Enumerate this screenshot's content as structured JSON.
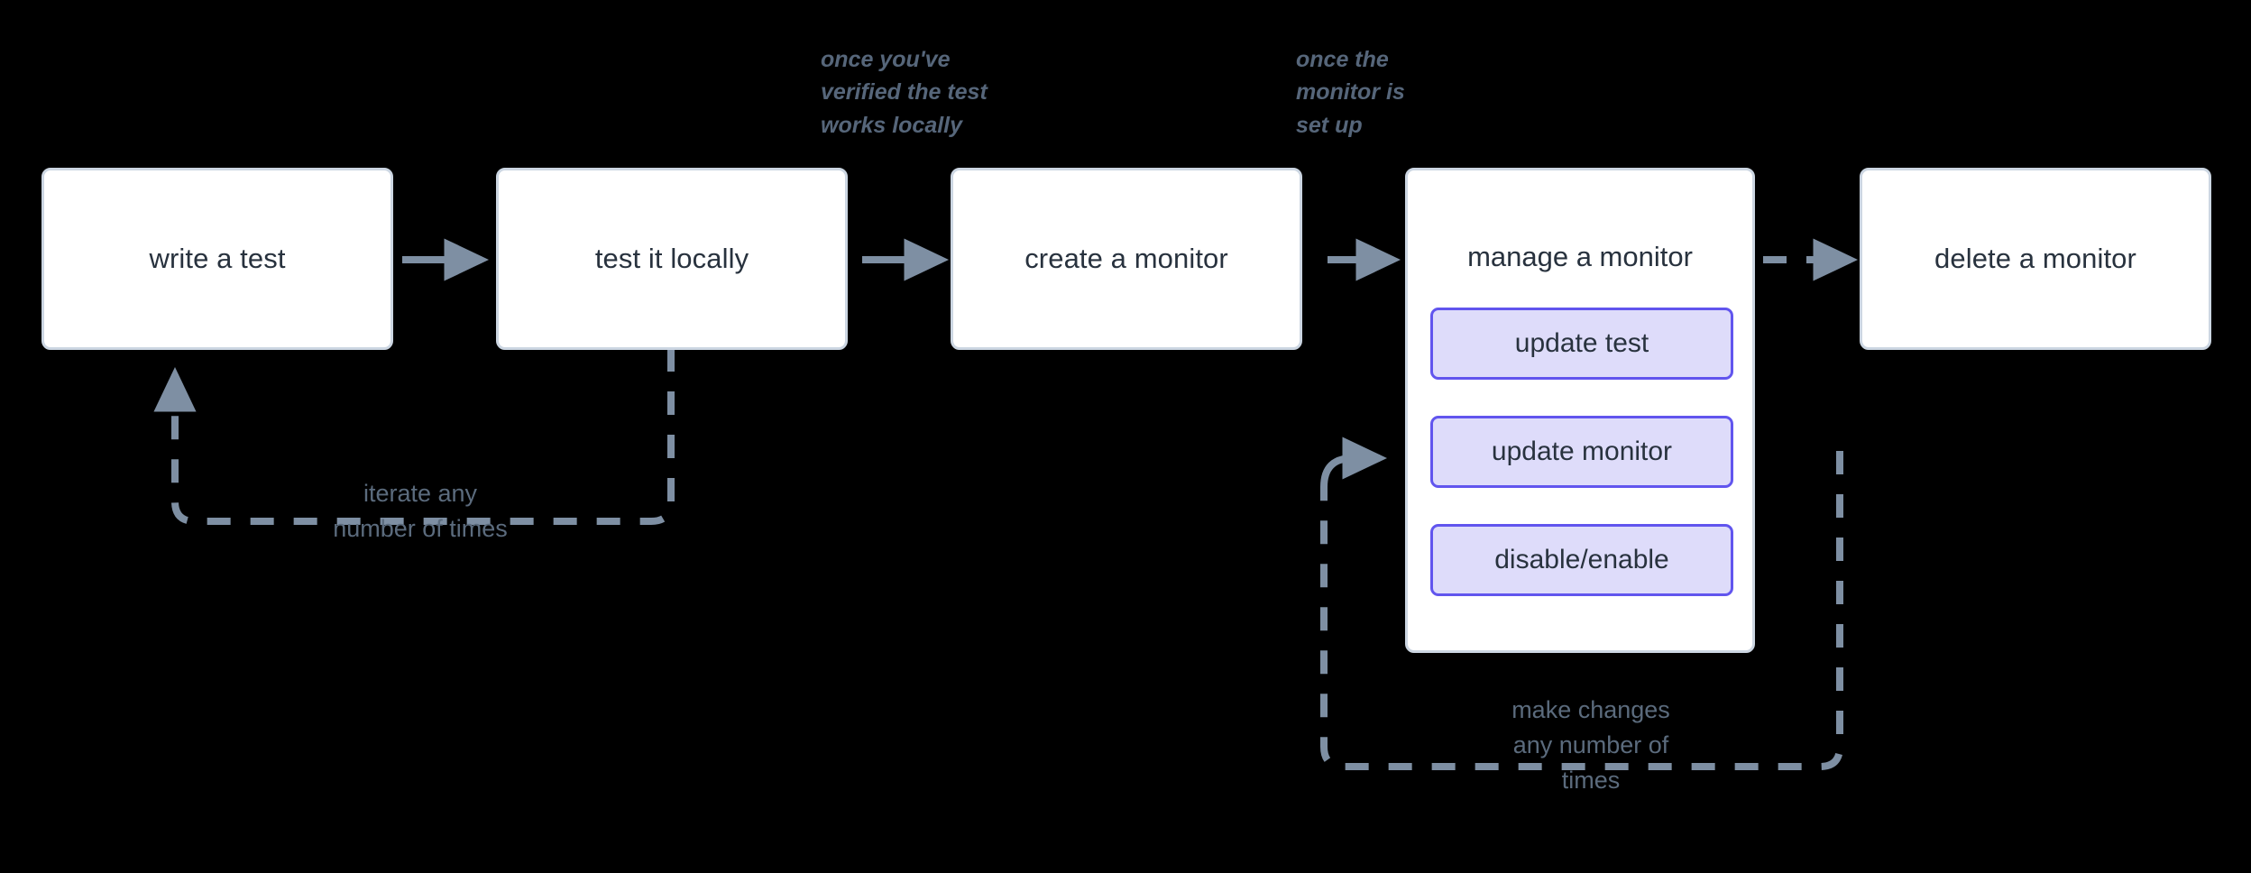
{
  "diagram": {
    "title": "monitor lifecycle flow",
    "background_color": "#000000",
    "node_border_color": "#ccd6e2",
    "node_fill_color": "#ffffff",
    "node_text_color": "#28323e",
    "accent_purple_border": "#6155ee",
    "accent_purple_fill": "#dedcfa",
    "connector_color": "#7e8fa3",
    "note_text_color": "#56667a",
    "loop_label_color": "#5b6b7d"
  },
  "nodes": [
    {
      "id": "write-a-test",
      "label": "write a test"
    },
    {
      "id": "test-it-locally",
      "label": "test it locally"
    },
    {
      "id": "create-a-monitor",
      "label": "create a monitor"
    },
    {
      "id": "manage-a-monitor",
      "label": "manage a monitor"
    },
    {
      "id": "delete-a-monitor",
      "label": "delete a monitor"
    }
  ],
  "subnodes": [
    {
      "id": "update-test",
      "label": "update test"
    },
    {
      "id": "update-monitor",
      "label": "update monitor"
    },
    {
      "id": "disable-enable",
      "label": "disable/enable"
    }
  ],
  "edge_notes": [
    {
      "id": "note-verified-locally",
      "text": "once you've\nverified the test\nworks locally"
    },
    {
      "id": "note-monitor-set-up",
      "text": "once the\nmonitor is\nset up"
    }
  ],
  "loop_labels": [
    {
      "id": "loop-iterate",
      "text": "iterate any\nnumber of times"
    },
    {
      "id": "loop-make-changes",
      "text": "make changes\nany number of\ntimes"
    }
  ],
  "edges": [
    {
      "id": "edge-write-to-test",
      "from": "write a test",
      "to": "test it locally",
      "style": "solid"
    },
    {
      "id": "edge-test-to-create",
      "from": "test it locally",
      "to": "create a monitor",
      "style": "solid"
    },
    {
      "id": "edge-create-to-manage",
      "from": "create a monitor",
      "to": "manage a monitor",
      "style": "solid"
    },
    {
      "id": "edge-manage-to-delete",
      "from": "manage a monitor",
      "to": "delete a monitor",
      "style": "dashed"
    },
    {
      "id": "edge-test-back-to-write",
      "from": "test it locally",
      "to": "write a test",
      "style": "dashed"
    },
    {
      "id": "edge-manage-loop",
      "from": "manage a monitor",
      "to": "manage a monitor",
      "style": "dashed"
    }
  ]
}
